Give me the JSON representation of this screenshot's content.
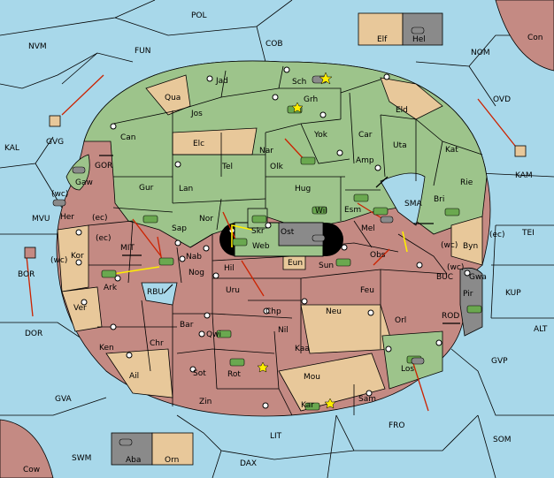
{
  "colors": {
    "sea": "#a8d8ea",
    "north_power": "#9dc48b",
    "south_power": "#c48a83",
    "neutral": "#e8c89a",
    "impassable": "#8a8a8a",
    "black_sea": "#000000",
    "move_arrow": "#cc2200",
    "support_arrow": "#ffee00"
  },
  "sea_labels": [
    "POL",
    "NVM",
    "FUN",
    "COB",
    "NOM",
    "OVD",
    "KAL",
    "GVG",
    "GOR",
    "MVU",
    "BOR",
    "DOR",
    "MIT",
    "RBU",
    "SMA",
    "TEI",
    "BUC",
    "KUP",
    "ROD",
    "ALT",
    "GVP",
    "KAM",
    "GVA",
    "FRO",
    "SOM",
    "LIT",
    "SWM",
    "DAX",
    "Con",
    "Cow"
  ],
  "box_top": {
    "left": "Elf",
    "right": "Hel"
  },
  "box_bottom": {
    "left": "Aba",
    "right": "Orn"
  },
  "green_labels": [
    "Jad",
    "Sch",
    "Qua",
    "Grh",
    "Jos",
    "Eld",
    "Can",
    "Elc",
    "Yok",
    "Car",
    "Nar",
    "Uta",
    "Kat",
    "Tel",
    "Olk",
    "Amp",
    "Gur",
    "Lan",
    "Hug",
    "Rie",
    "Nor",
    "Skr",
    "Wil",
    "Esm",
    "Bri",
    "Sap",
    "Web",
    "Ost",
    "Gaw"
  ],
  "red_labels": [
    "Her",
    "Kor",
    "Nab",
    "Hil",
    "Mel",
    "Obs",
    "Ark",
    "Nog",
    "Uru",
    "Sun",
    "Feu",
    "Ver",
    "Bar",
    "Chp",
    "Neu",
    "Orl",
    "Qwi",
    "Nil",
    "Ken",
    "Chr",
    "Kaa",
    "Ail",
    "Sot",
    "Rot",
    "Mou",
    "Zin",
    "Kar",
    "Sam",
    "Los"
  ],
  "tan_labels": [
    "Eun",
    "Byn",
    "Gwa",
    "Pir"
  ],
  "coast_tags": [
    "(wc)",
    "(ec)",
    "(ec)",
    "(wc)",
    "(ec)",
    "(wc)",
    "(wc)"
  ]
}
